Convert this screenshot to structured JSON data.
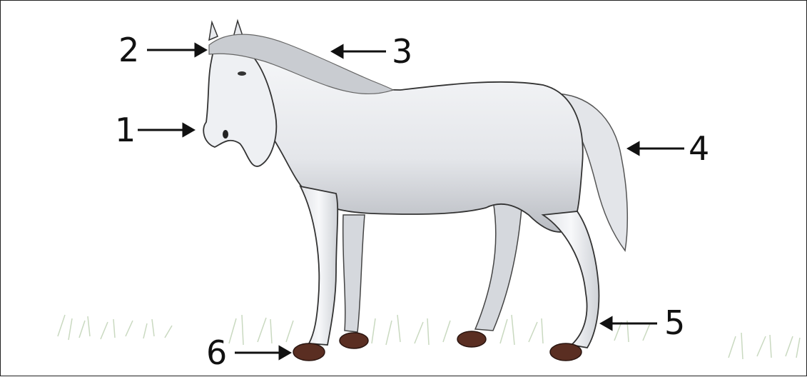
{
  "callouts": [
    {
      "id": "1",
      "text": "1"
    },
    {
      "id": "2",
      "text": "2"
    },
    {
      "id": "3",
      "text": "3"
    },
    {
      "id": "4",
      "text": "4"
    },
    {
      "id": "5",
      "text": "5"
    },
    {
      "id": "6",
      "text": "6"
    }
  ],
  "colors": {
    "coat": "#e9ebef",
    "mane": "#c9ccd1",
    "hoof": "#5a2e22",
    "grass": "#bcd0b0",
    "arrow": "#111111"
  },
  "icons": [
    "horse-illustration",
    "grass-tufts",
    "arrow-icon"
  ]
}
